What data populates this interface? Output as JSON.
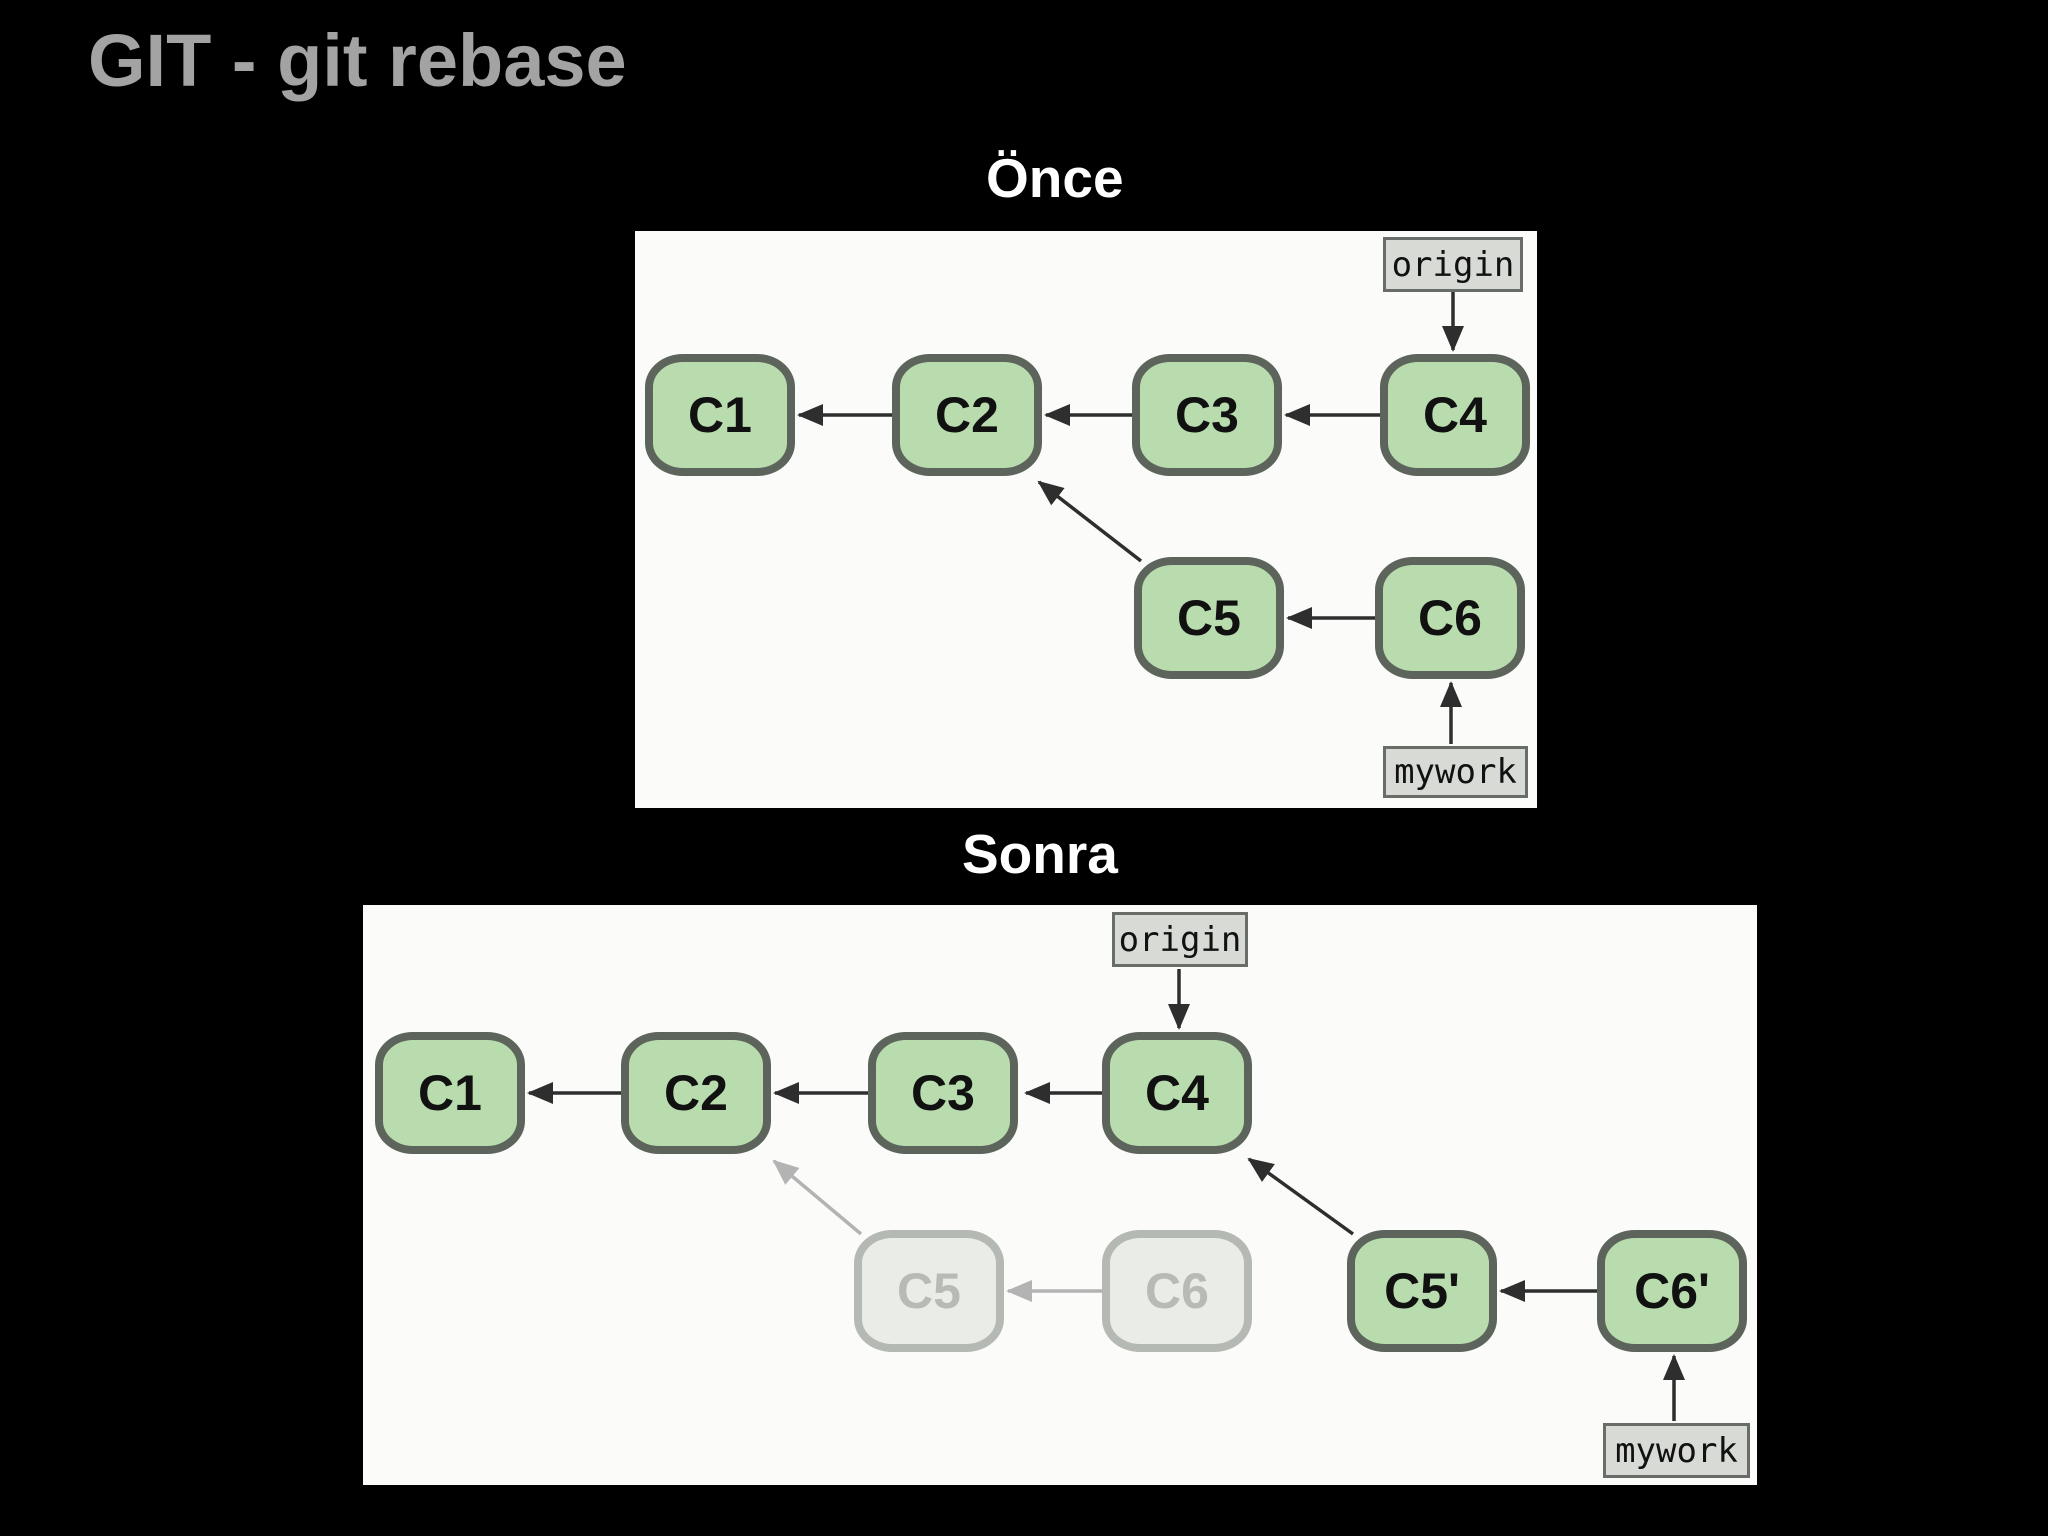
{
  "slide": {
    "title": "GIT - git rebase"
  },
  "colors": {
    "background": "#000000",
    "title_text": "#a3a3a3",
    "heading_text": "#ffffff",
    "panel_bg": "#fbfbfa",
    "commit_fill": "#b9dcae",
    "commit_border": "#5d645c",
    "commit_text": "#111111",
    "faded_commit_fill": "#e9ece7",
    "faded_commit_border": "#b5b9b3",
    "faded_commit_text": "#b7bbb5",
    "ref_label_fill": "#d7dad5",
    "ref_label_border": "#686d68",
    "arrow": "#2e2e2e",
    "faded_arrow": "#b3b3b3"
  },
  "before": {
    "heading": "Önce",
    "refs": {
      "origin": {
        "label": "origin",
        "points_to": "C4"
      },
      "mywork": {
        "label": "mywork",
        "points_to": "C6"
      }
    },
    "nodes": [
      {
        "label": "C1"
      },
      {
        "label": "C2"
      },
      {
        "label": "C3"
      },
      {
        "label": "C4"
      },
      {
        "label": "C5"
      },
      {
        "label": "C6"
      }
    ],
    "edges": [
      {
        "from": "C2",
        "to": "C1"
      },
      {
        "from": "C3",
        "to": "C2"
      },
      {
        "from": "C4",
        "to": "C3"
      },
      {
        "from": "C5",
        "to": "C2"
      },
      {
        "from": "C6",
        "to": "C5"
      }
    ]
  },
  "after": {
    "heading": "Sonra",
    "refs": {
      "origin": {
        "label": "origin",
        "points_to": "C4"
      },
      "mywork": {
        "label": "mywork",
        "points_to": "C6'"
      }
    },
    "nodes": [
      {
        "label": "C1"
      },
      {
        "label": "C2"
      },
      {
        "label": "C3"
      },
      {
        "label": "C4"
      },
      {
        "label": "C5",
        "faded": true
      },
      {
        "label": "C6",
        "faded": true
      },
      {
        "label": "C5'"
      },
      {
        "label": "C6'"
      }
    ],
    "edges": [
      {
        "from": "C2",
        "to": "C1"
      },
      {
        "from": "C3",
        "to": "C2"
      },
      {
        "from": "C4",
        "to": "C3"
      },
      {
        "from": "C5",
        "to": "C2",
        "style": "faded"
      },
      {
        "from": "C6",
        "to": "C5",
        "style": "faded"
      },
      {
        "from": "C5'",
        "to": "C4"
      },
      {
        "from": "C6'",
        "to": "C5'"
      }
    ]
  }
}
